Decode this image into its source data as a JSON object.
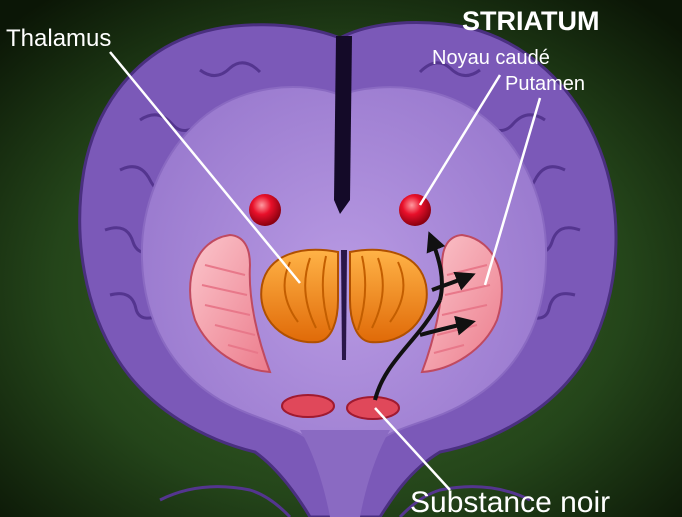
{
  "diagram": {
    "title": "STRIATUM",
    "labels": {
      "thalamus": "Thalamus",
      "noyau_caude": "Noyau caudé",
      "putamen": "Putamen",
      "substance_noir": "Substance noir"
    }
  },
  "colors": {
    "background": "#24451a",
    "cortex": "#7b59b8",
    "white_matter": "#a98ad8",
    "thalamus": "#f08a1e",
    "caudate": "#e8102a",
    "putamen": "#f7a6b0",
    "substantia_nigra": "#e0485a",
    "arrows": "#111111",
    "leader_lines": "#ffffff"
  }
}
